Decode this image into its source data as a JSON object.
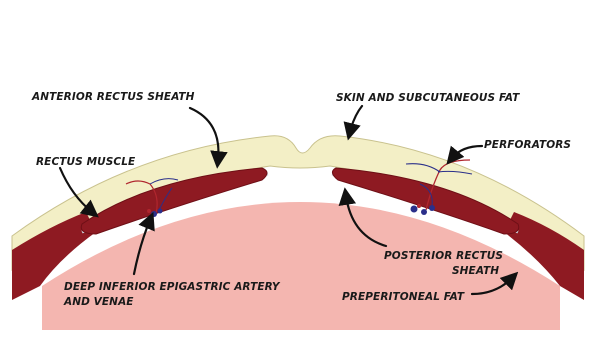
{
  "labels": {
    "anterior_rectus_sheath": "ANTERIOR RECTUS SHEATH",
    "skin_fat": "SKIN AND SUBCUTANEOUS FAT",
    "rectus_muscle": "RECTUS MUSCLE",
    "perforators": "PERFORATORS",
    "posterior_sheath_1": "POSTERIOR RECTUS",
    "posterior_sheath_2": "SHEATH",
    "preperitoneal_fat": "PREPERITONEAL FAT",
    "die_1": "DEEP INFERIOR EPIGASTRIC ARTERY",
    "die_2": "AND VENAE"
  },
  "colors": {
    "skin": "#f3efc6",
    "skin_edge": "#c9c28e",
    "muscle": "#8e1a22",
    "muscle_dark": "#6e0f16",
    "cavity": "#f4b6b0",
    "sheath": "#d8dfe6",
    "vessel_blue": "#2a2f8a",
    "vessel_red": "#b0262e"
  }
}
